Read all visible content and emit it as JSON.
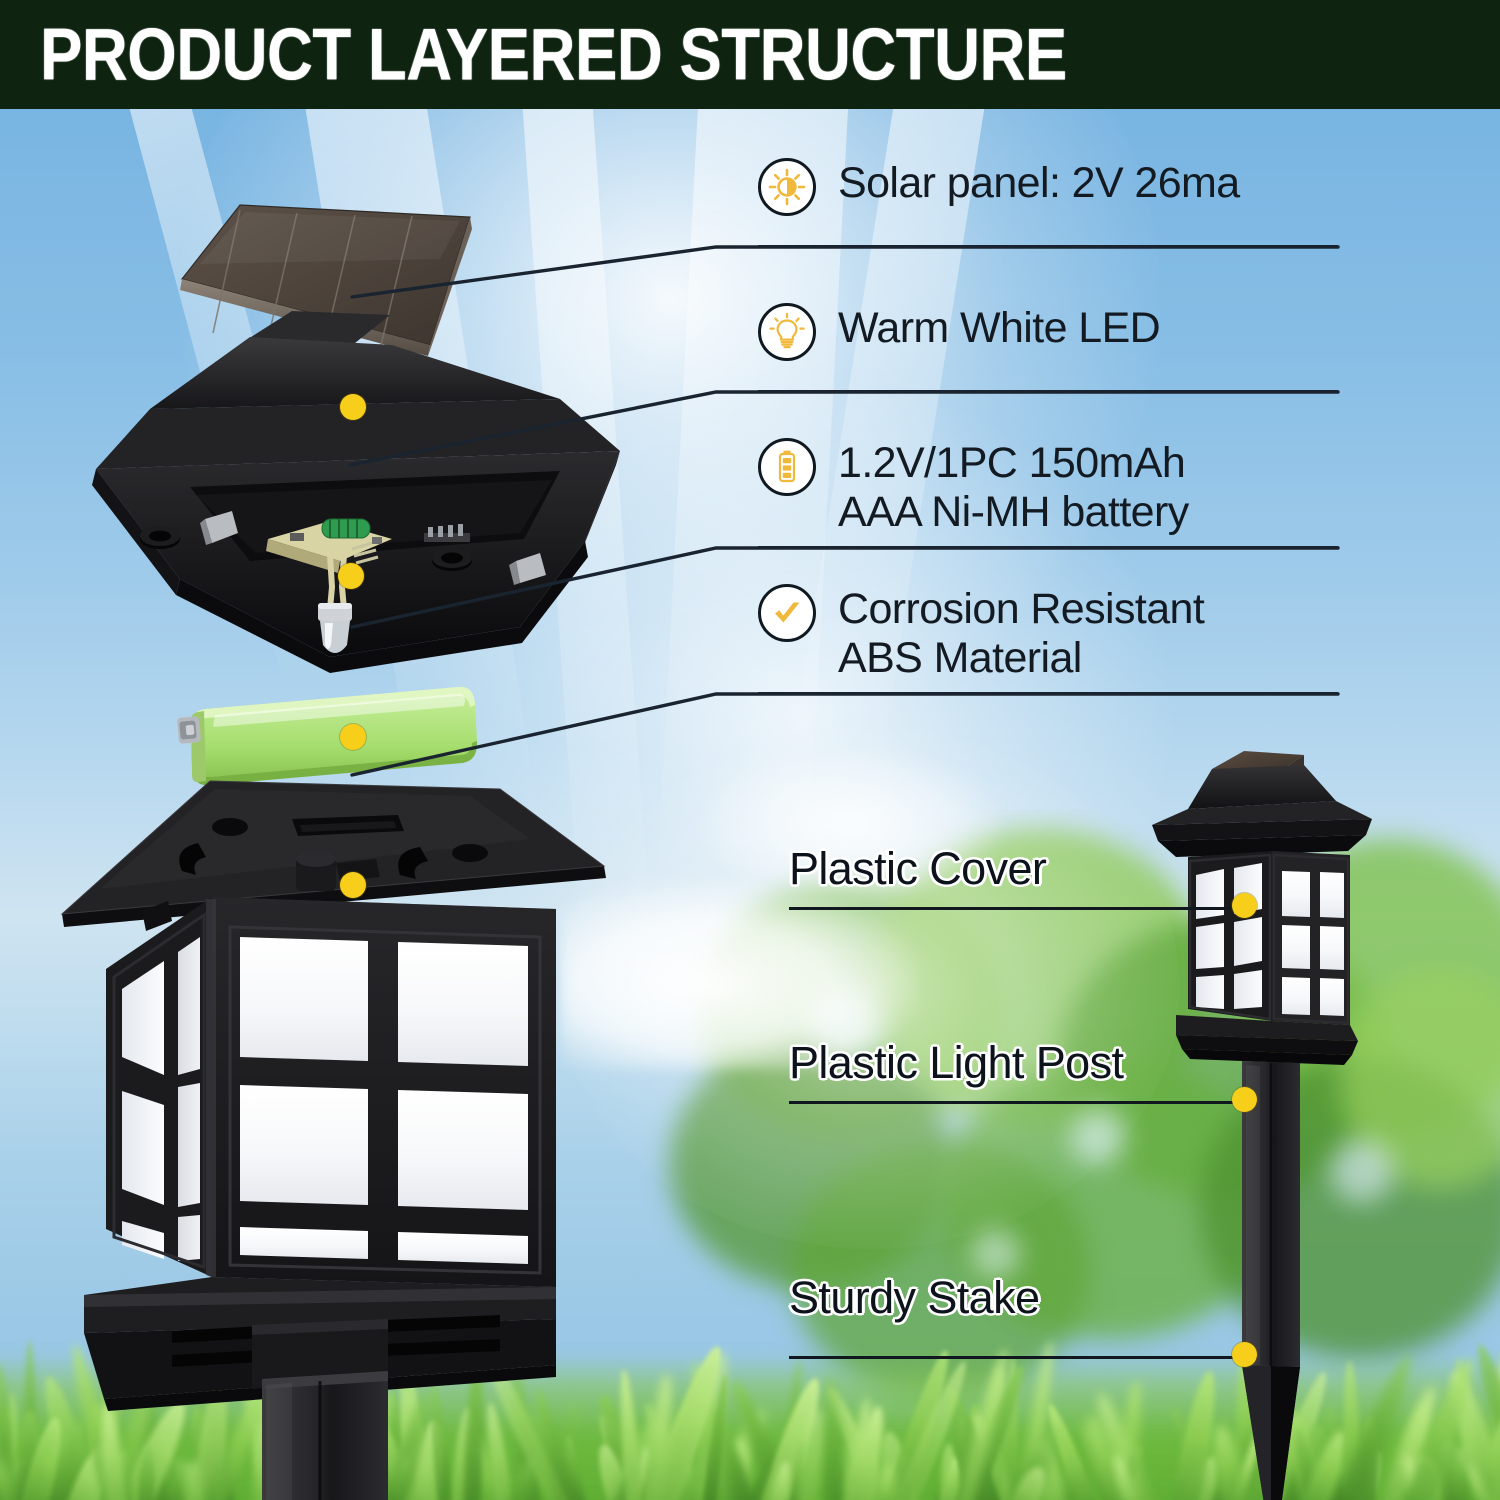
{
  "header": {
    "title": "PRODUCT LAYERED STRUCTURE",
    "background_color": "#0e2410",
    "text_color": "#ffffff"
  },
  "theme": {
    "sky_color": "#79b5e2",
    "grass_color": "#6cb936",
    "marker_color": "#f7cf1b",
    "icon_accent": "#f0b93c",
    "label_text_color": "#131a22",
    "leader_line_color": "#1a2430"
  },
  "callouts": [
    {
      "icon": "sun-icon",
      "label": "Solar panel: 2V 26ma",
      "target": "solar-panel"
    },
    {
      "icon": "lightbulb-icon",
      "label": "Warm White LED",
      "target": "led-module"
    },
    {
      "icon": "battery-icon",
      "label": "1.2V/1PC 150mAh\nAAA Ni-MH battery",
      "target": "aaa-battery"
    },
    {
      "icon": "checkmark-icon",
      "label": "Corrosion Resistant\nABS Material",
      "target": "abs-top-plate"
    }
  ],
  "plain_labels": [
    {
      "label": "Plastic Cover",
      "target": "lantern-cover"
    },
    {
      "label": "Plastic Light Post",
      "target": "light-post"
    },
    {
      "label": "Sturdy Stake",
      "target": "ground-stake"
    }
  ],
  "product": {
    "name": "solar garden stake light",
    "parts": [
      "solar-panel",
      "lamp-cap-with-led",
      "aaa-battery",
      "abs-top-plate",
      "lantern-body",
      "base-plate",
      "light-post",
      "ground-stake"
    ]
  }
}
